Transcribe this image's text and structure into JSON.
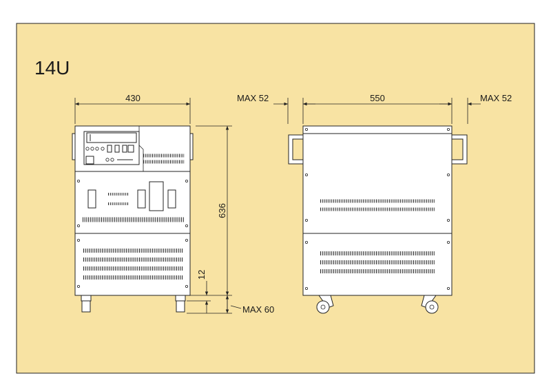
{
  "title": "14U",
  "dimensions": {
    "front_width": "430",
    "side_depth": "550",
    "handle_left": "MAX 52",
    "handle_right": "MAX 52",
    "height": "636",
    "foot_height": "12",
    "caster_height": "MAX 60"
  },
  "colors": {
    "background": "#F8E3A3",
    "panel": "#FFFFFF",
    "line": "#222222"
  }
}
